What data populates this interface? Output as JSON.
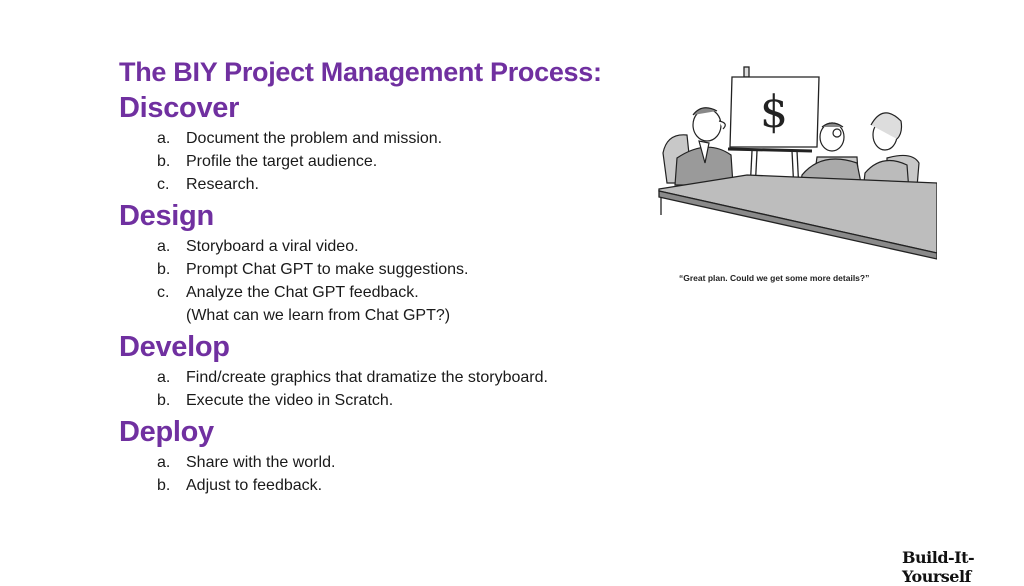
{
  "slide": {
    "title": "The BIY Project Management Process:",
    "sections": [
      {
        "heading": "Discover",
        "items": [
          {
            "marker": "a.",
            "text": "Document the problem and mission."
          },
          {
            "marker": "b.",
            "text": "Profile the target audience."
          },
          {
            "marker": "c.",
            "text": "Research."
          }
        ]
      },
      {
        "heading": "Design",
        "items": [
          {
            "marker": "a.",
            "text": "Storyboard a viral video."
          },
          {
            "marker": "b.",
            "text": "Prompt Chat GPT to make suggestions."
          },
          {
            "marker": "c.",
            "text": "Analyze the Chat GPT feedback."
          },
          {
            "marker": "",
            "text": "(What can we learn from Chat GPT?)"
          }
        ]
      },
      {
        "heading": "Develop",
        "items": [
          {
            "marker": "a.",
            "text": "Find/create graphics that dramatize the storyboard."
          },
          {
            "marker": "b.",
            "text": "Execute the video in Scratch."
          }
        ]
      },
      {
        "heading": "Deploy",
        "items": [
          {
            "marker": "a.",
            "text": "Share with the world."
          },
          {
            "marker": "b.",
            "text": "Adjust to feedback."
          }
        ]
      }
    ]
  },
  "cartoon": {
    "easel_symbol": "$",
    "caption": "“Great plan. Could we get some more details?”"
  },
  "logo": {
    "text": "Build-It-Yourself"
  },
  "colors": {
    "heading": "#7030a0",
    "body_text": "#1a1a1a"
  }
}
